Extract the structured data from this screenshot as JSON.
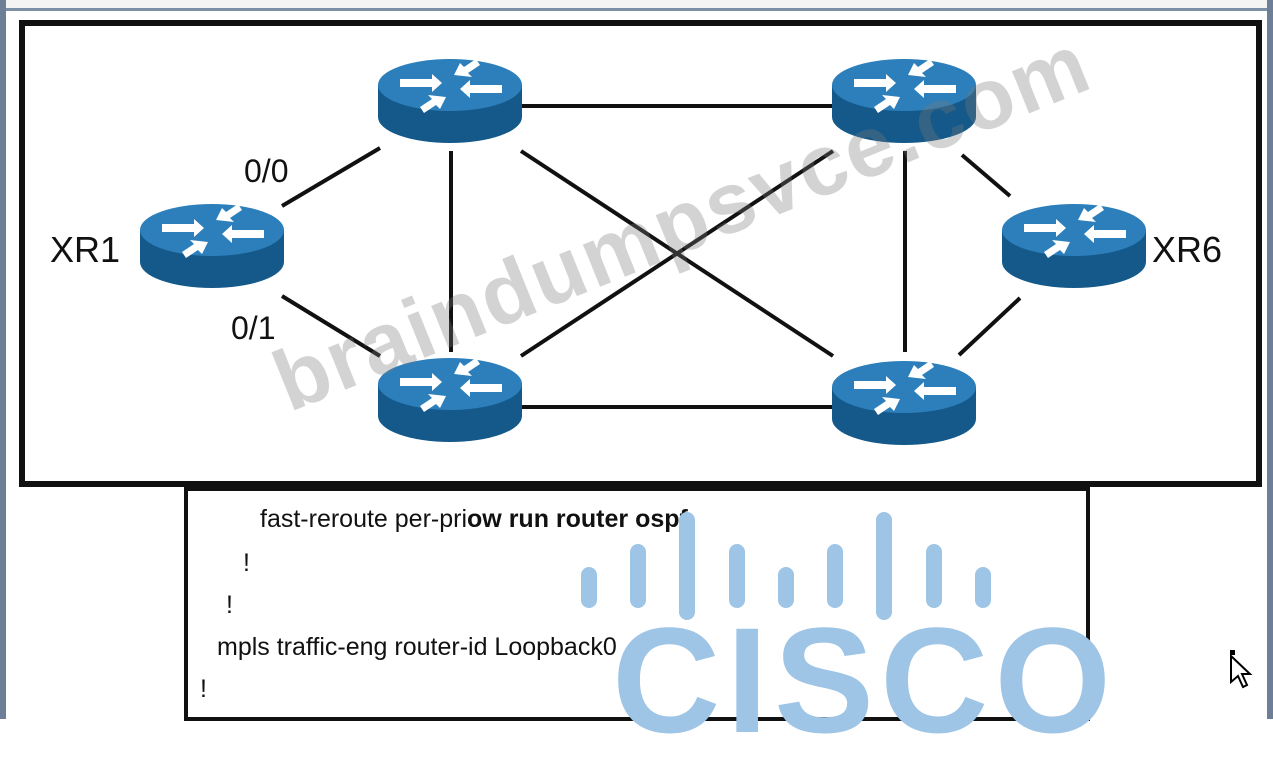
{
  "diagram": {
    "xr1_label": "XR1",
    "xr6_label": "XR6",
    "port_top": "0/0",
    "port_bottom": "0/1",
    "router_color": "#1f6fa8"
  },
  "config": {
    "line1_a": "fast-reroute per-pri",
    "line1_b": "ow run router ospf",
    "line2": "!",
    "line3": "!",
    "line4": "mpls traffic-eng router-id Loopback0",
    "line5": "!"
  },
  "overlays": {
    "watermark": "braindumpsvce.com",
    "logo_text": "CISCO",
    "logo_color": "#9ec5e6"
  }
}
